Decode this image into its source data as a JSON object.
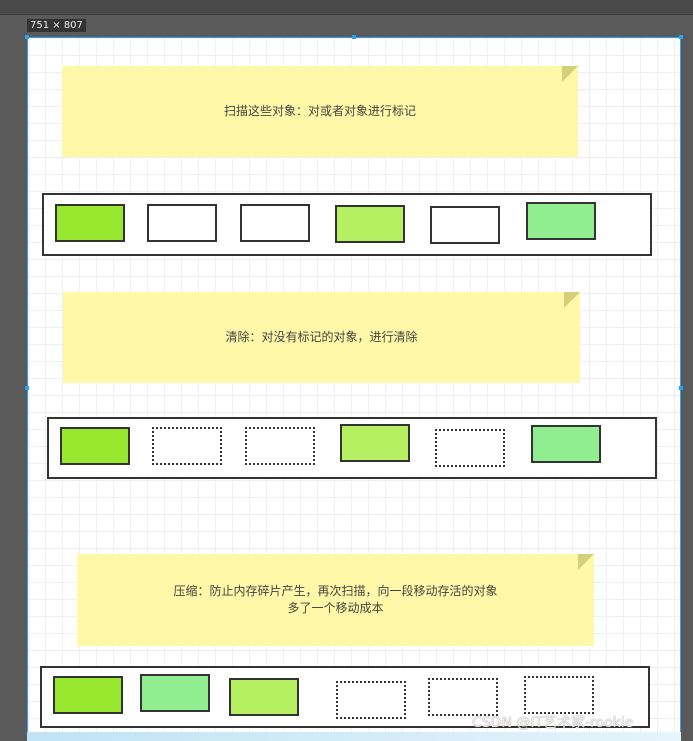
{
  "size_label": "751 × 807",
  "colors": {
    "bright_green": "#97e82f",
    "light_green": "#b5ef62",
    "pastel_green": "#90ee90",
    "white": "#ffffff",
    "note": "#fff8a8"
  },
  "steps": [
    {
      "note": [
        "扫描这些对象：对或者对象进行标记"
      ],
      "boxes": [
        "bright_green",
        "white",
        "white",
        "light_green",
        "white",
        "pastel_green"
      ]
    },
    {
      "note": [
        "清除：对没有标记的对象，进行清除"
      ],
      "boxes": [
        "bright_green",
        "dotted",
        "dotted",
        "light_green",
        "dotted",
        "pastel_green"
      ]
    },
    {
      "note": [
        "压缩：防止内存碎片产生，再次扫描，向一段移动存活的对象",
        "多了一个移动成本"
      ],
      "boxes": [
        "bright_green",
        "pastel_green",
        "light_green",
        "dotted",
        "dotted",
        "dotted"
      ]
    }
  ],
  "watermark": "CSDN @IT艺术家-rookie"
}
